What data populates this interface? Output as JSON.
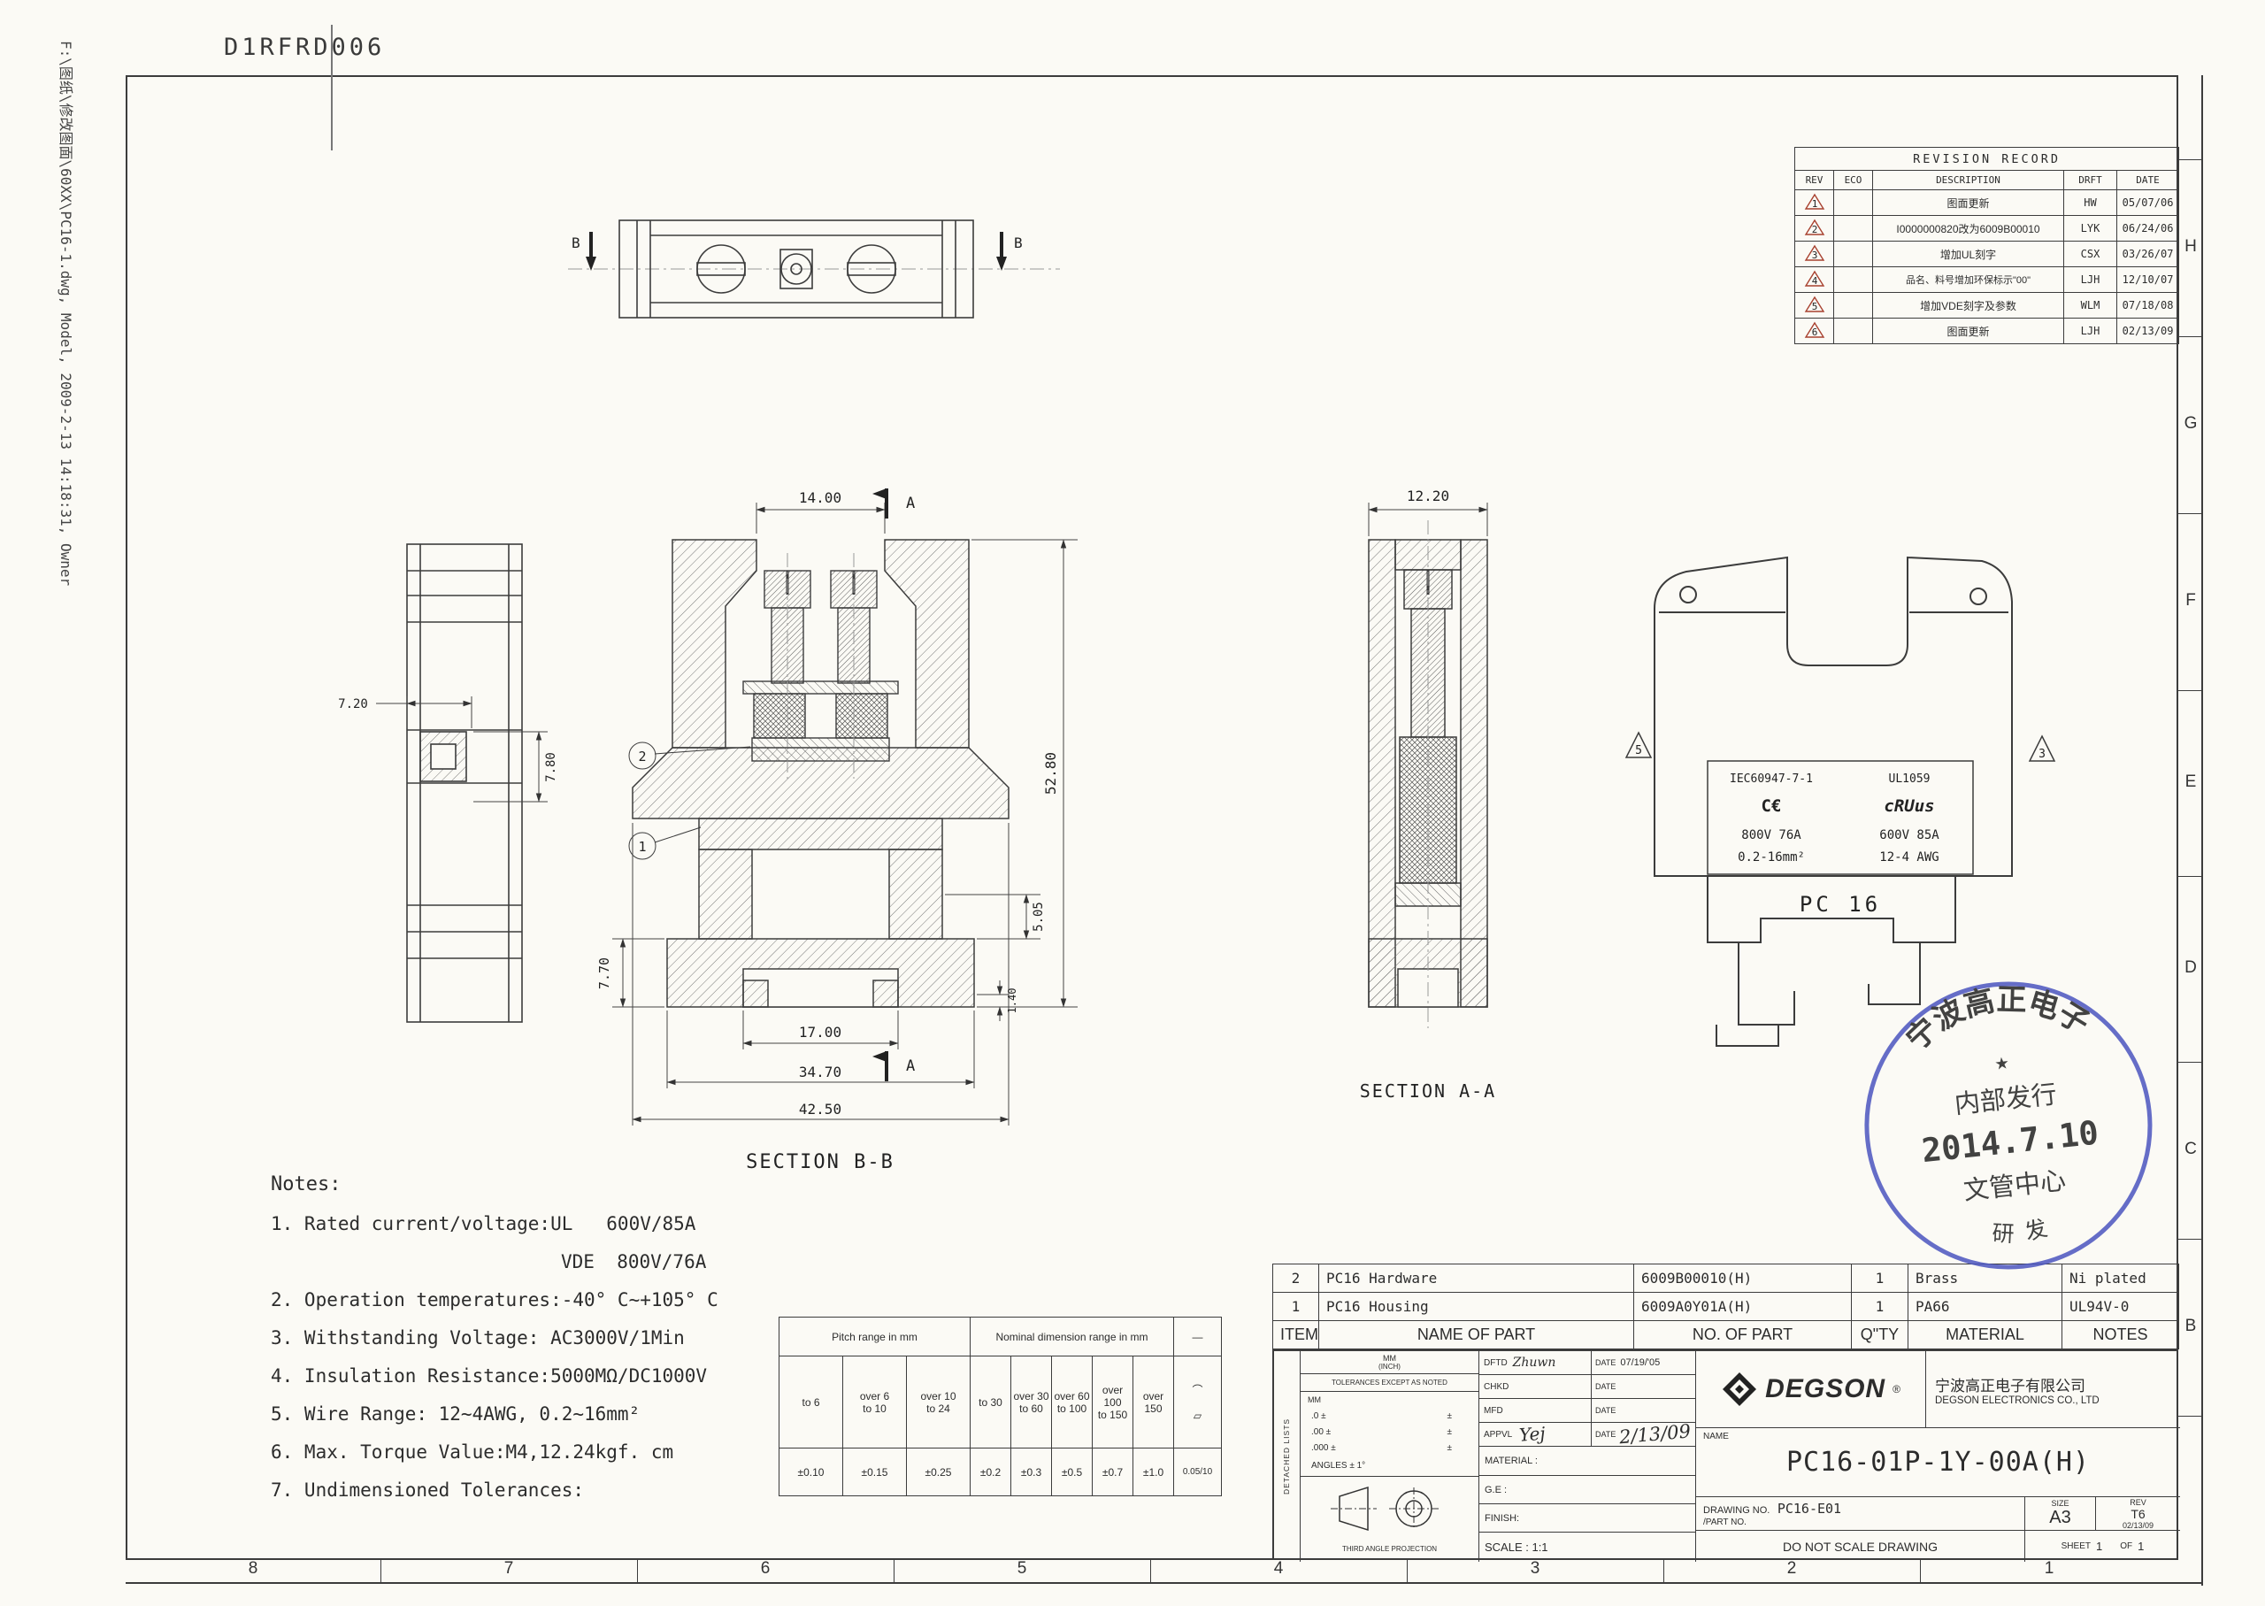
{
  "page": {
    "drawing_code": "D1RFRD006",
    "file_path_note": "F:\\图纸\\修改图面\\60XX\\PC16-1.dwg, Model, 2009-2-13 14:18:31, Owner",
    "paper_color": "#fbfaf5",
    "line_color": "#3c3c3c"
  },
  "zones": {
    "right": [
      "H",
      "G",
      "F",
      "E",
      "D",
      "C",
      "B"
    ],
    "bottom": [
      "8",
      "7",
      "6",
      "5",
      "4",
      "3",
      "2",
      "1"
    ]
  },
  "revision_table": {
    "title": "REVISION RECORD",
    "headers": {
      "rev": "REV",
      "eco": "ECO",
      "description": "DESCRIPTION",
      "drft": "DRFT",
      "date": "DATE"
    },
    "rows": [
      {
        "rev": "1",
        "eco": "",
        "description": "图面更新",
        "drft": "HW",
        "date": "05/07/06"
      },
      {
        "rev": "2",
        "eco": "",
        "description": "I0000000820改为6009B00010",
        "drft": "LYK",
        "date": "06/24/06"
      },
      {
        "rev": "3",
        "eco": "",
        "description": "增加UL刻字",
        "drft": "CSX",
        "date": "03/26/07"
      },
      {
        "rev": "4",
        "eco": "",
        "description": "品名、料号增加环保标示\"00\"",
        "drft": "LJH",
        "date": "12/10/07"
      },
      {
        "rev": "5",
        "eco": "",
        "description": "增加VDE刻字及参数",
        "drft": "WLM",
        "date": "07/18/08"
      },
      {
        "rev": "6",
        "eco": "",
        "description": "图面更新",
        "drft": "LJH",
        "date": "02/13/09"
      }
    ]
  },
  "views": {
    "b_marker": "B",
    "a_marker": "A",
    "section_bb_caption": "SECTION B-B",
    "section_aa_caption": "SECTION A-A",
    "balloon_1": "1",
    "balloon_2": "2",
    "balloon_3": "3",
    "balloon_5": "5",
    "dims": {
      "top_opening": "14.00",
      "aa_width": "12.20",
      "total_height": "52.80",
      "side_width": "7.20",
      "side_height": "7.80",
      "step": "5.05",
      "foot_height": "7.70",
      "rail_span": "17.00",
      "foot_width": "34.70",
      "total_width": "42.50",
      "lip": "1.40"
    },
    "markings": {
      "iec": "IEC60947-7-1",
      "ul_std": "UL1059",
      "ce": "C€",
      "ul_mark": "cRUus",
      "vde_rating": "800V 76A",
      "vde_wire": "0.2-16mm²",
      "ul_rating": "600V 85A",
      "ul_wire": "12-4 AWG",
      "model": "PC 16"
    }
  },
  "notes": {
    "title": "Notes:",
    "line1": "1. Rated current/voltage:UL   600V/85A",
    "line1b": "VDE  800V/76A",
    "line2": "2. Operation temperatures:-40° C~+105° C",
    "line3": "3. Withstanding Voltage: AC3000V/1Min",
    "line4": "4. Insulation Resistance:5000MΩ/DC1000V",
    "line5": "5. Wire Range: 12~4AWG, 0.2~16mm²",
    "line6": "6. Max. Torque Value:M4,12.24kgf. cm",
    "line7": "7. Undimensioned Tolerances:"
  },
  "tolerance_table": {
    "pitch_header": "Pitch range in mm",
    "nominal_header": "Nominal dimension range in mm",
    "ranges": [
      "to 6",
      "over 6\nto 10",
      "over 10\nto 24",
      "to 30",
      "over 30\nto 60",
      "over 60\nto 100",
      "over 100\nto 150",
      "over 150"
    ],
    "values": [
      "±0.10",
      "±0.15",
      "±0.25",
      "±0.2",
      "±0.3",
      "±0.5",
      "±0.7",
      "±1.0"
    ],
    "symbol_line": "—",
    "symbol_arc": "⌒",
    "symbol_para": "▱",
    "symbol_value": "0.05/10"
  },
  "parts_table": {
    "headers": {
      "item": "ITEM",
      "name": "NAME OF PART",
      "no": "NO. OF PART",
      "qty": "Q\"TY",
      "material": "MATERIAL",
      "notes": "NOTES"
    },
    "rows": [
      {
        "item": "2",
        "name": "PC16 Hardware",
        "no": "6009B00010(H)",
        "qty": "1",
        "material": "Brass",
        "notes": "Ni plated"
      },
      {
        "item": "1",
        "name": "PC16  Housing",
        "no": "6009A0Y01A(H)",
        "qty": "1",
        "material": "PA66",
        "notes": "UL94V-0"
      }
    ]
  },
  "title_block": {
    "detached": "DETACHED LISTS",
    "units_mm": "MM",
    "units_inch": "(INCH)",
    "tol_note": "TOLERANCES EXCEPT AS NOTED",
    "mm_label": "MM",
    "tol_p1": ".0 ±",
    "tol_p2": ".00 ±",
    "tol_p3": ".000 ±",
    "pm": "±",
    "angles": "ANGLES ± 1°",
    "projection": "THIRD ANGLE PROJECTION",
    "dftd_label": "DFTD",
    "dftd_value": "Zhuwn",
    "date_label": "DATE",
    "dftd_date": "07/19/'05",
    "chkd_label": "CHKD",
    "mfd_label": "MFD",
    "appvl_label": "APPVL",
    "appvl_sig": "Yej",
    "appvl_date": "2/13/09",
    "material_label": "MATERIAL :",
    "ge_label": "G.E :",
    "finish_label": "FINISH:",
    "scale_label": "SCALE : 1:1",
    "do_not_scale": "DO NOT SCALE DRAWING",
    "brand": "DEGSON",
    "brand_reg": "®",
    "company_cn": "宁波高正电子有限公司",
    "company_en": "DEGSON ELECTRONICS CO., LTD",
    "name_label": "NAME",
    "part_name": "PC16-01P-1Y-00A(H)",
    "drawing_no_label": "DRAWING NO.",
    "drawing_no": "PC16-E01",
    "part_no_label": "/PART  NO.",
    "size_label": "SIZE",
    "size_value": "A3",
    "rev_label": "REV",
    "rev_value": "T6",
    "rev_date": "02/13/09",
    "sheet_label": "SHEET",
    "sheet_value": "1",
    "of_label": "OF",
    "of_value": "1"
  },
  "stamp": {
    "arc_top": "宁波高正电子",
    "line1": "内部发行",
    "date": "2014.7.10",
    "line2": "文管中心",
    "arc_bottom": "研 发",
    "star": "★",
    "blue": "#4b55c0",
    "red": "#c0392b"
  }
}
